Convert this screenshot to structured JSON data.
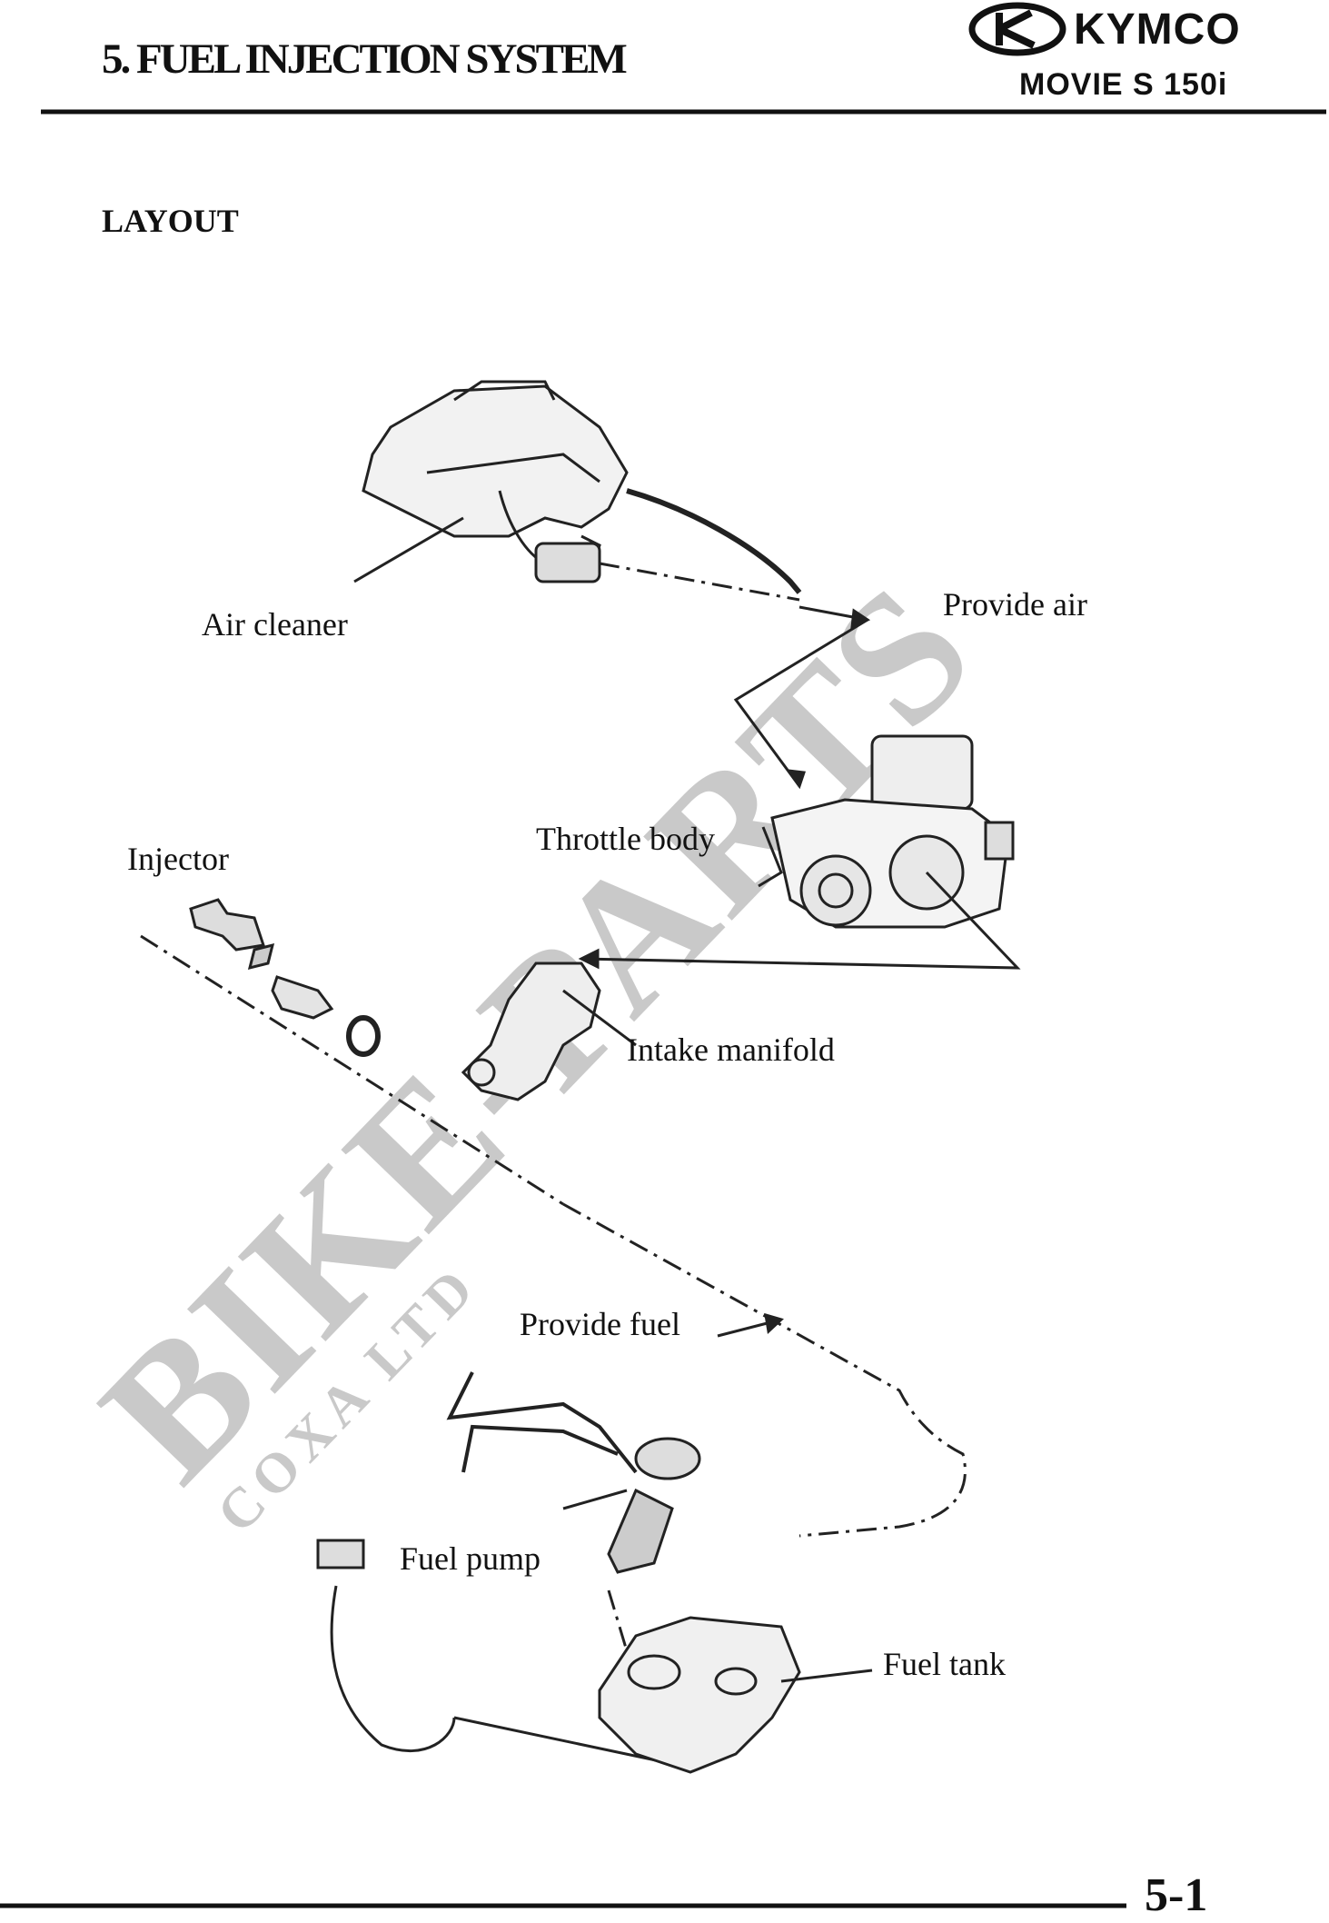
{
  "header": {
    "chapter_title": "5. FUEL INJECTION SYSTEM",
    "brand": "KYMCO",
    "model": "MOVIE S 150i"
  },
  "section": {
    "heading": "LAYOUT"
  },
  "diagram": {
    "labels": {
      "air_cleaner": "Air cleaner",
      "provide_air": "Provide air",
      "throttle_body": "Throttle body",
      "injector": "Injector",
      "intake_manifold": "Intake manifold",
      "provide_fuel": "Provide fuel",
      "fuel_pump": "Fuel pump",
      "fuel_tank": "Fuel tank"
    }
  },
  "watermark": {
    "main": "BIKE-PARTS",
    "sub": "COXA LTD"
  },
  "footer": {
    "page_number": "5-1"
  }
}
